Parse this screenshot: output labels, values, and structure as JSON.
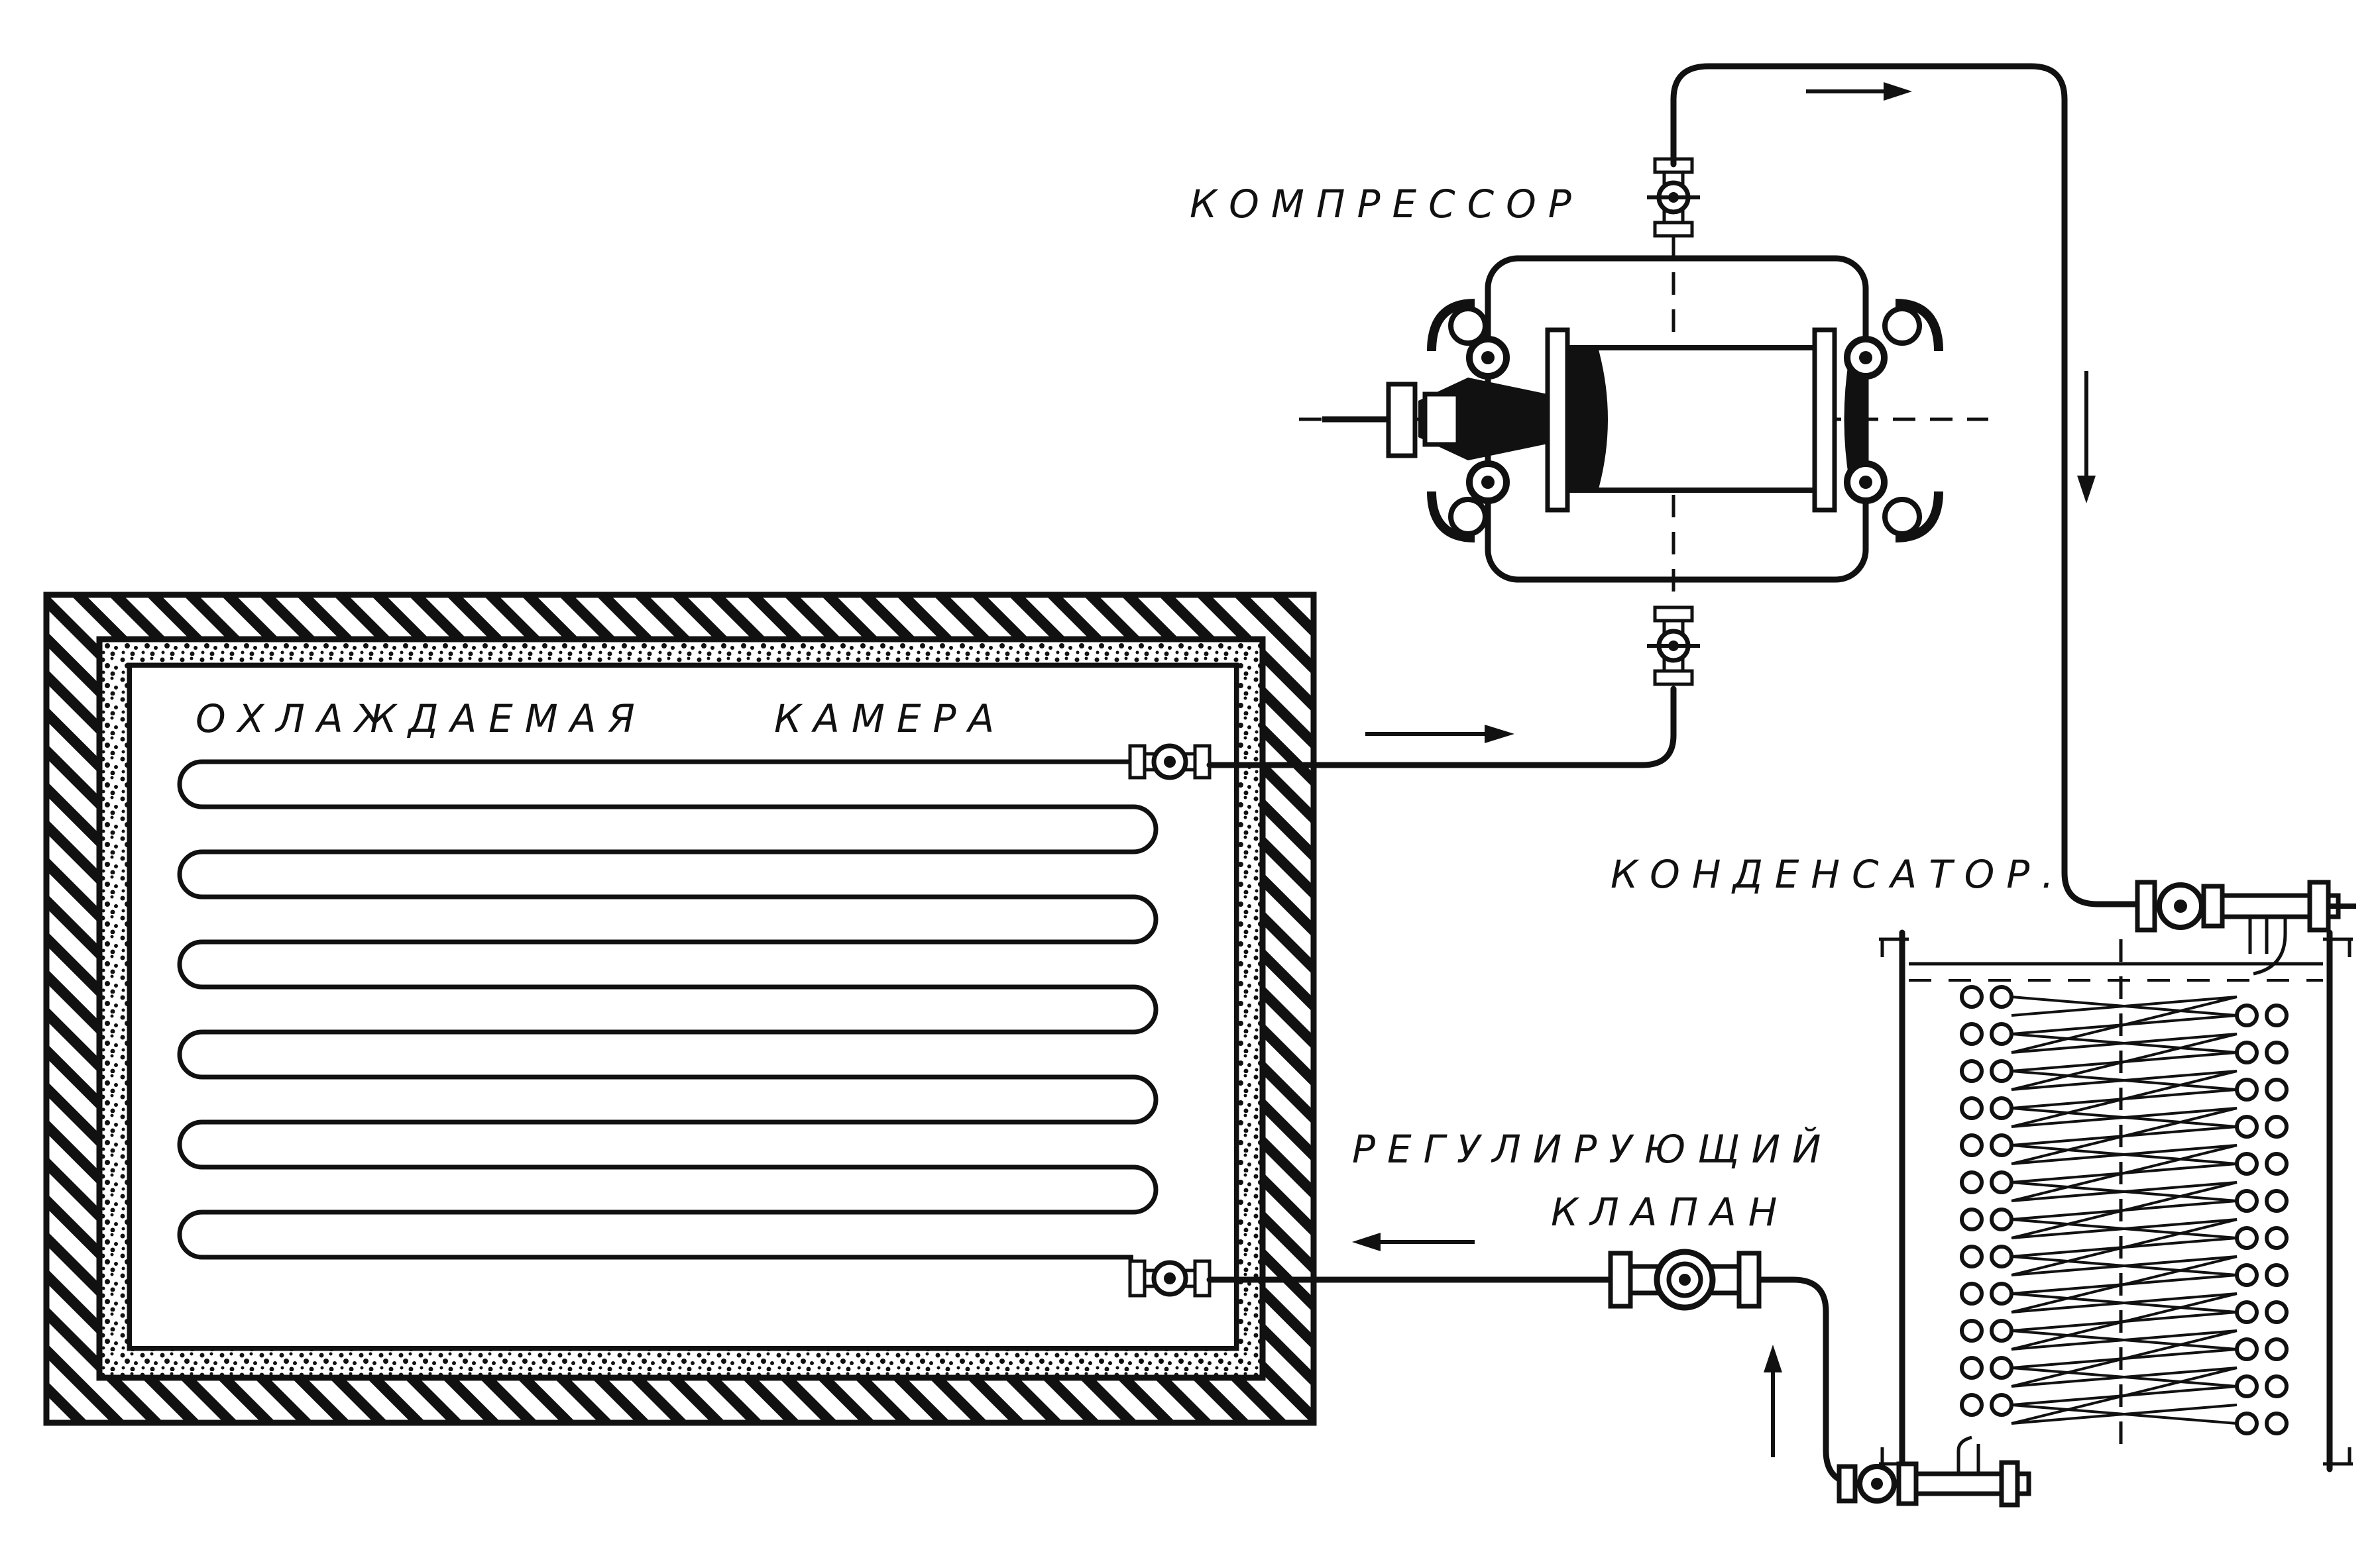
{
  "labels": {
    "compressor": "КОМПРЕССОР",
    "chamber": "ОХЛАЖДАЕМАЯ",
    "chamber_2": "КАМЕРА",
    "condenser": "КОНДЕНСАТОР.",
    "valve_line1": "РЕГУЛИРУЮЩИЙ",
    "valve_line2": "КЛАПАН"
  },
  "colors": {
    "ink": "#111111",
    "paper": "#ffffff"
  },
  "icons": [
    "arrow-right-icon",
    "arrow-left-icon",
    "arrow-down-icon",
    "arrow-up-icon",
    "valve-icon"
  ]
}
